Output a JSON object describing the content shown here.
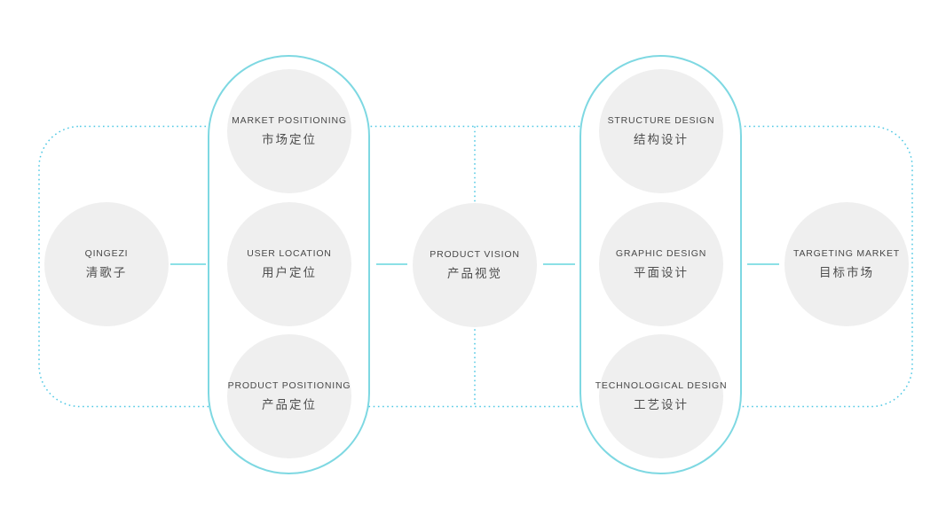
{
  "theme": {
    "accent_solid": "#7ed8e2",
    "accent_light": "#8ce0e6",
    "accent_dotted": "#4fc8e4",
    "circle_fill": "#efefef",
    "text_en": "#484848",
    "text_zh": "#4f4f4f",
    "bg": "#ffffff"
  },
  "nodes": {
    "qingezi": {
      "en": "QINGEZI",
      "zh": "清歌子"
    },
    "market_positioning": {
      "en": "MARKET POSITIONING",
      "zh": "市场定位"
    },
    "user_location": {
      "en": "USER LOCATION",
      "zh": "用户定位"
    },
    "product_positioning": {
      "en": "PRODUCT POSITIONING",
      "zh": "产品定位"
    },
    "product_vision": {
      "en": "PRODUCT VISION",
      "zh": "产品视觉"
    },
    "structure_design": {
      "en": "STRUCTURE DESIGN",
      "zh": "结构设计"
    },
    "graphic_design": {
      "en": "GRAPHIC DESIGN",
      "zh": "平面设计"
    },
    "technological_design": {
      "en": "TECHNOLOGICAL DESIGN",
      "zh": "工艺设计"
    },
    "targeting_market": {
      "en": "TARGETING MARKET",
      "zh": "目标市场"
    }
  }
}
